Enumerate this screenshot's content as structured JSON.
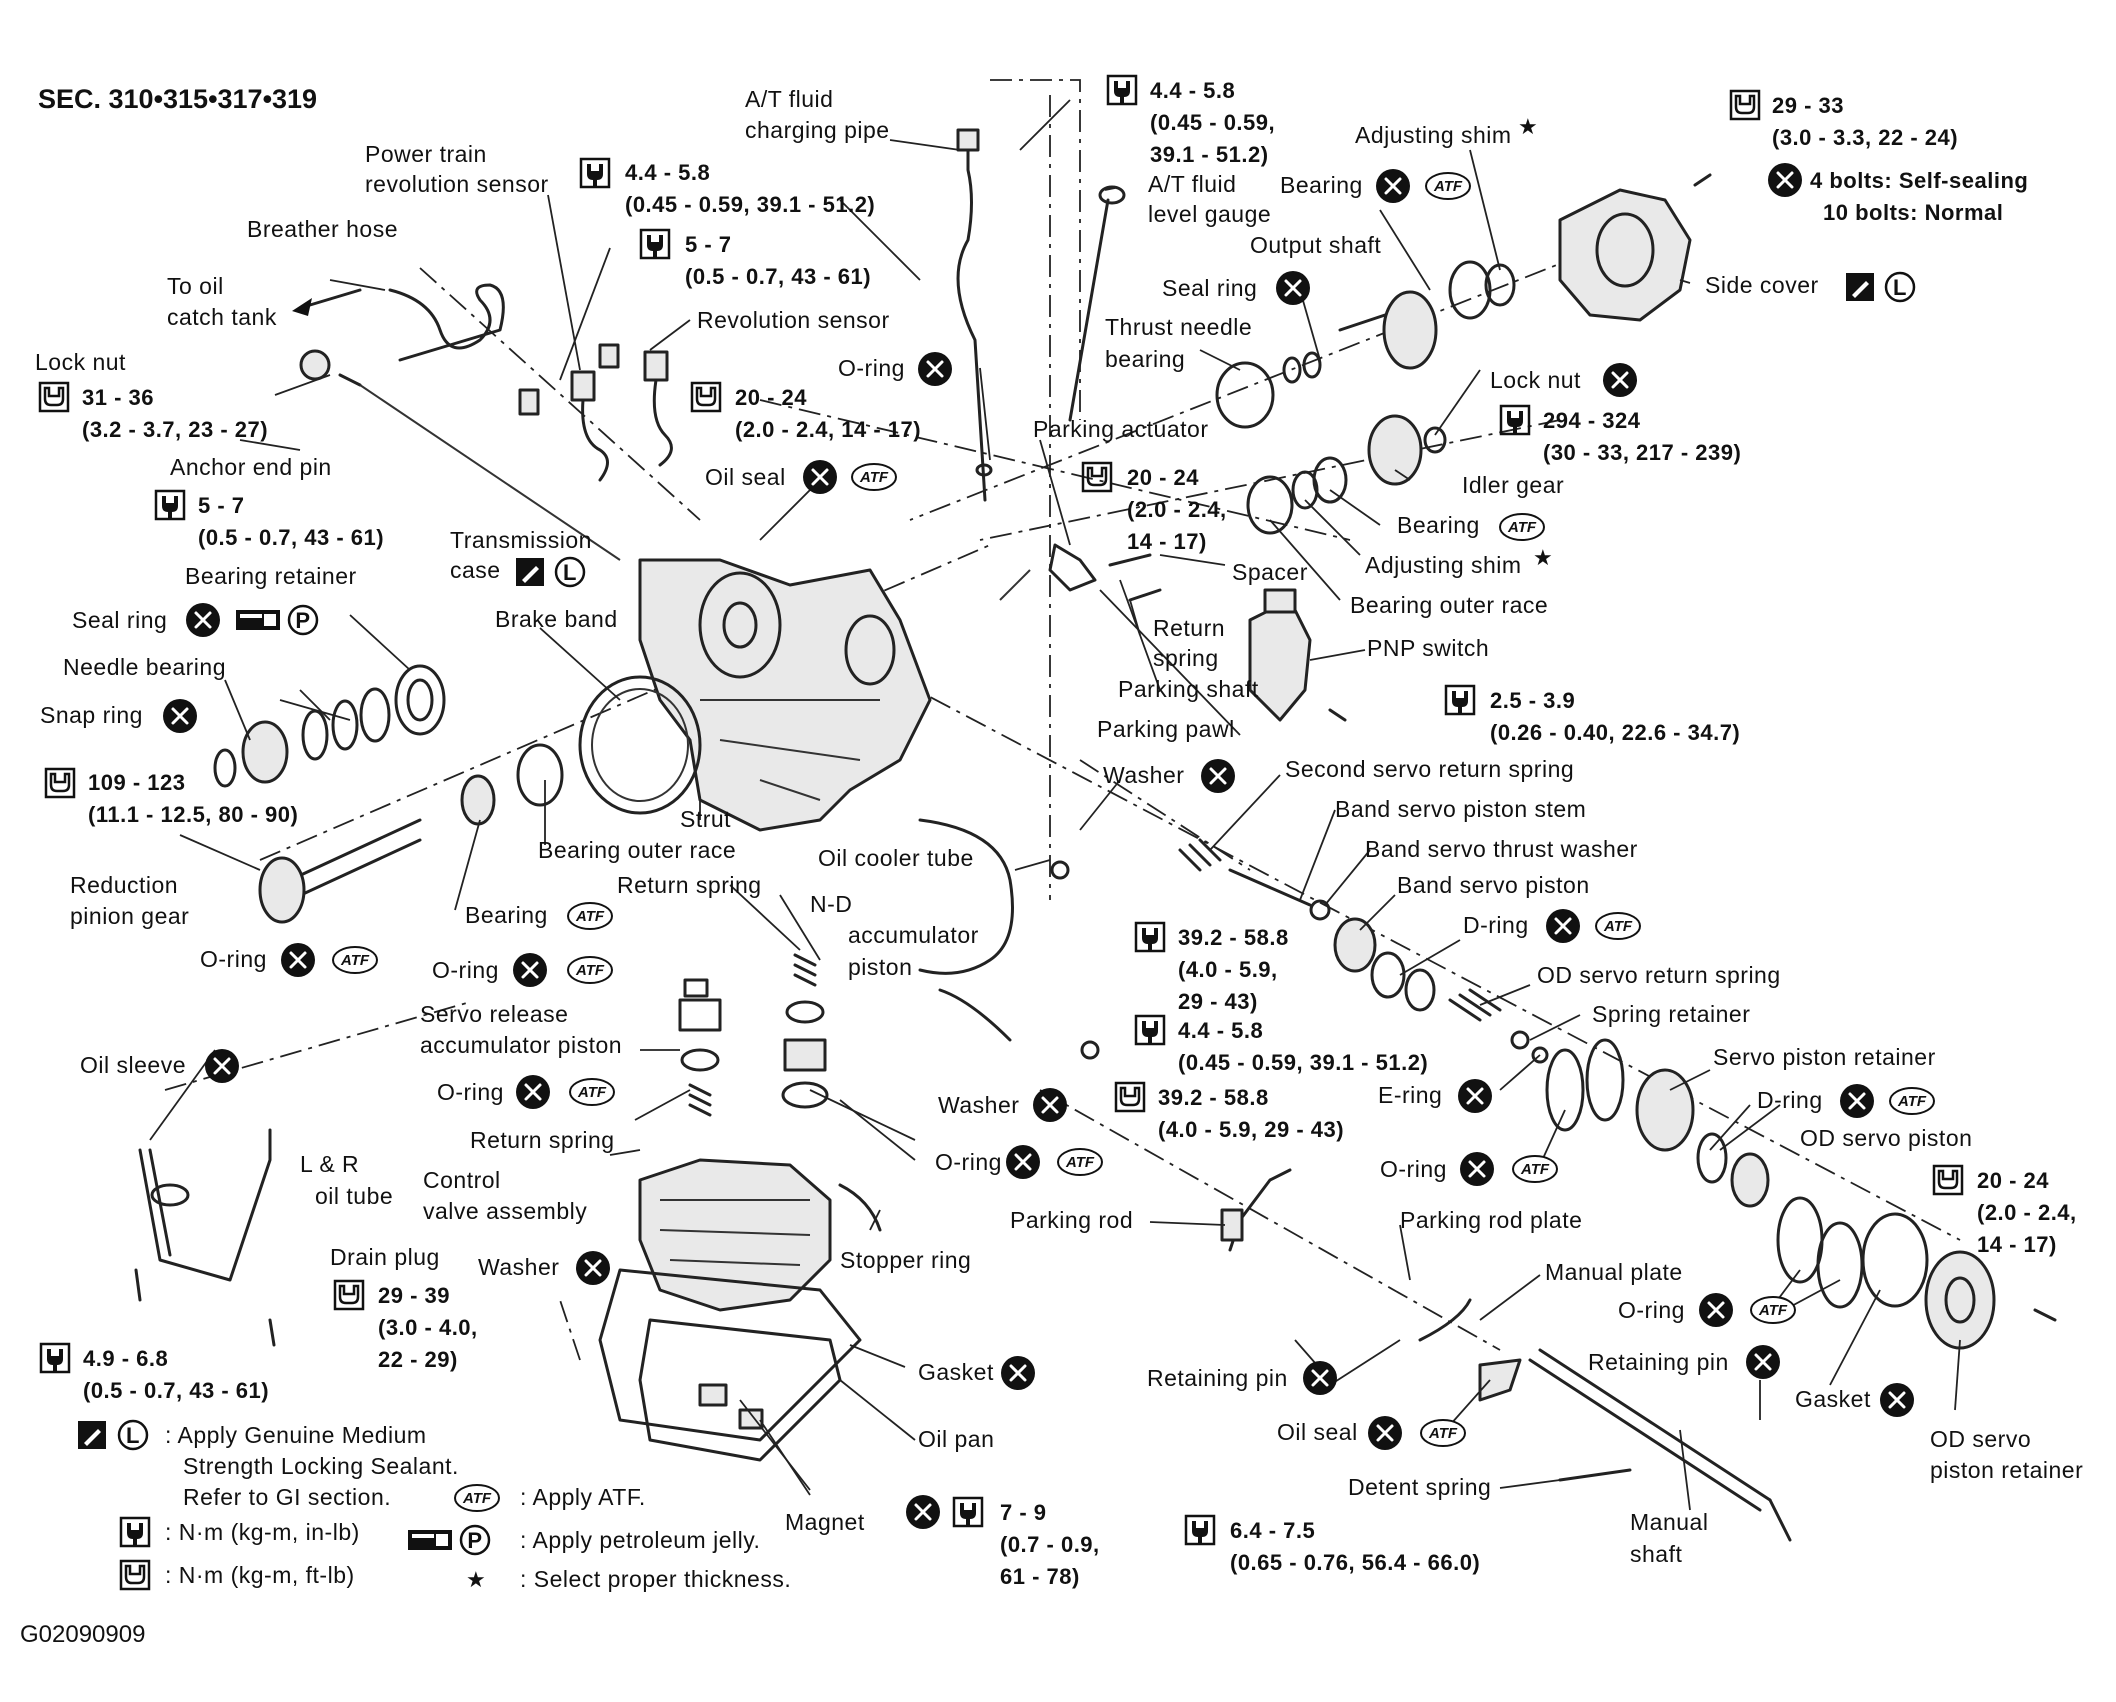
{
  "header": {
    "section": "SEC. 310•315•317•319",
    "figure_code": "G02090909"
  },
  "labels": {
    "breather_hose": "Breather hose",
    "to_oil": "To oil",
    "catch_tank": "catch tank",
    "power_train_1": "Power train",
    "power_train_2": "revolution sensor",
    "atf_pipe_1": "A/T fluid",
    "atf_pipe_2": "charging pipe",
    "atf_gauge_1": "A/T fluid",
    "atf_gauge_2": "level gauge",
    "revolution_sensor": "Revolution sensor",
    "o_ring_top": "O-ring",
    "lock_nut_left": "Lock nut",
    "anchor_end_pin": "Anchor end pin",
    "oil_seal_top": "Oil seal",
    "transmission_case_1": "Transmission",
    "transmission_case_2": "case",
    "bearing_retainer": "Bearing retainer",
    "seal_ring_left": "Seal ring",
    "brake_band": "Brake band",
    "needle_bearing": "Needle bearing",
    "snap_ring": "Snap ring",
    "strut": "Strut",
    "bearing_outer_race_left": "Bearing outer race",
    "reduction_1": "Reduction",
    "reduction_2": "pinion gear",
    "bearing_left": "Bearing",
    "o_ring_left": "O-ring",
    "return_spring_mid": "Return spring",
    "oil_cooler_tube": "Oil cooler tube",
    "nd_1": "N-D",
    "nd_2": "accumulator",
    "nd_3": "piston",
    "o_ring_mid": "O-ring",
    "servo_release_1": "Servo release",
    "servo_release_2": "accumulator piston",
    "o_ring_mid2": "O-ring",
    "return_spring_low": "Return spring",
    "oil_sleeve": "Oil sleeve",
    "lr_tube_1": "L & R",
    "lr_tube_2": "oil tube",
    "control_valve_1": "Control",
    "control_valve_2": "valve assembly",
    "stopper_ring": "Stopper ring",
    "o_ring_cv": "O-ring",
    "drain_plug": "Drain plug",
    "washer_drain": "Washer",
    "gasket_pan": "Gasket",
    "oil_pan": "Oil pan",
    "magnet": "Magnet",
    "washer_mid": "Washer",
    "washer_low": "Washer",
    "adjusting_shim_top": "Adjusting shim",
    "bearing_top": "Bearing",
    "output_shaft": "Output shaft",
    "seal_ring_top": "Seal ring",
    "thrust_1": "Thrust needle",
    "thrust_2": "bearing",
    "side_cover": "Side cover",
    "self_sealing": "4 bolts: Self-sealing",
    "normal_bolts": "10 bolts: Normal",
    "lock_nut_right": "Lock nut",
    "idler_gear": "Idler gear",
    "bearing_idler": "Bearing",
    "adjusting_shim_mid": "Adjusting shim",
    "bearing_outer_race_right": "Bearing outer race",
    "parking_actuator": "Parking actuator",
    "spacer": "Spacer",
    "return_spring_r1": "Return",
    "return_spring_r2": "spring",
    "parking_shaft": "Parking shaft",
    "parking_pawl": "Parking pawl",
    "pnp_switch": "PNP switch",
    "second_servo_spring": "Second servo return spring",
    "band_servo_stem": "Band servo piston stem",
    "band_servo_washer": "Band servo thrust washer",
    "band_servo_piston": "Band servo piston",
    "d_ring_1": "D-ring",
    "od_servo_spring": "OD servo return spring",
    "spring_retainer": "Spring retainer",
    "servo_piston_retainer": "Servo piston retainer",
    "e_ring": "E-ring",
    "d_ring_2": "D-ring",
    "o_ring_servo": "O-ring",
    "od_servo_piston": "OD servo piston",
    "parking_rod": "Parking rod",
    "parking_rod_plate": "Parking rod plate",
    "manual_plate": "Manual plate",
    "o_ring_right": "O-ring",
    "retaining_pin_right": "Retaining pin",
    "gasket_right": "Gasket",
    "retaining_pin_left": "Retaining pin",
    "od_retainer_1": "OD servo",
    "od_retainer_2": "piston retainer",
    "oil_seal_right": "Oil seal",
    "detent_spring": "Detent spring",
    "manual_1": "Manual",
    "manual_2": "shaft"
  },
  "torque": {
    "t_gauge_a": "4.4 - 5.8",
    "t_gauge_b": "(0.45 - 0.59,",
    "t_gauge_c": "39.1 - 51.2)",
    "t_pipe_a": "4.4 - 5.8",
    "t_pipe_b": "(0.45 - 0.59, 39.1 - 51.2)",
    "t_sensor_a": "5 - 7",
    "t_sensor_b": "(0.5 - 0.7, 43 - 61)",
    "t_rev_a": "20 - 24",
    "t_rev_b": "(2.0 - 2.4, 14 - 17)",
    "t_locknut_a": "31 - 36",
    "t_locknut_b": "(3.2 - 3.7, 23 - 27)",
    "t_anchor_a": "5 - 7",
    "t_anchor_b": "(0.5 - 0.7, 43 - 61)",
    "t_retainer_a": "109 - 123",
    "t_retainer_b": "(11.1 - 12.5, 80 - 90)",
    "t_side_a": "29 - 33",
    "t_side_b": "(3.0 - 3.3, 22 - 24)",
    "t_idler_a": "294 - 324",
    "t_idler_b": "(30 - 33, 217 - 239)",
    "t_park_a": "20 - 24",
    "t_park_b": "(2.0 - 2.4,",
    "t_park_c": "14 - 17)",
    "t_pnp_a": "2.5 - 3.9",
    "t_pnp_b": "(0.26 - 0.40, 22.6 - 34.7)",
    "t_cooler1_a": "39.2 - 58.8",
    "t_cooler1_b": "(4.0 - 5.9,",
    "t_cooler1_c": "29 - 43)",
    "t_cooler2_a": "4.4 - 5.8",
    "t_cooler2_b": "(0.45 - 0.59, 39.1 - 51.2)",
    "t_cooler3_a": "39.2 - 58.8",
    "t_cooler3_b": "(4.0 - 5.9, 29 - 43)",
    "t_od_a": "20 - 24",
    "t_od_b": "(2.0 - 2.4,",
    "t_od_c": "14 - 17)",
    "t_drain_a": "29 - 39",
    "t_drain_b": "(3.0 - 4.0,",
    "t_drain_c": "22 - 29)",
    "t_tube_a": "4.9 - 6.8",
    "t_tube_b": "(0.5 - 0.7, 43 - 61)",
    "t_pan_a": "7 - 9",
    "t_pan_b": "(0.7 - 0.9,",
    "t_pan_c": "61 - 78)",
    "t_detent_a": "6.4 - 7.5",
    "t_detent_b": "(0.65 - 0.76, 56.4 - 66.0)"
  },
  "legend": {
    "sealant_1": ": Apply Genuine Medium",
    "sealant_2": "Strength Locking Sealant.",
    "sealant_3": "Refer to GI section.",
    "atf": ": Apply ATF.",
    "nm_in": ": N·m (kg-m, in-lb)",
    "petroleum": ": Apply petroleum jelly.",
    "nm_ft": ": N·m (kg-m, ft-lb)",
    "select": ": Select proper thickness."
  },
  "symbols": {
    "atf_badge": "ATF",
    "locking_letter": "L",
    "petroleum_letter": "P",
    "star": "★"
  }
}
